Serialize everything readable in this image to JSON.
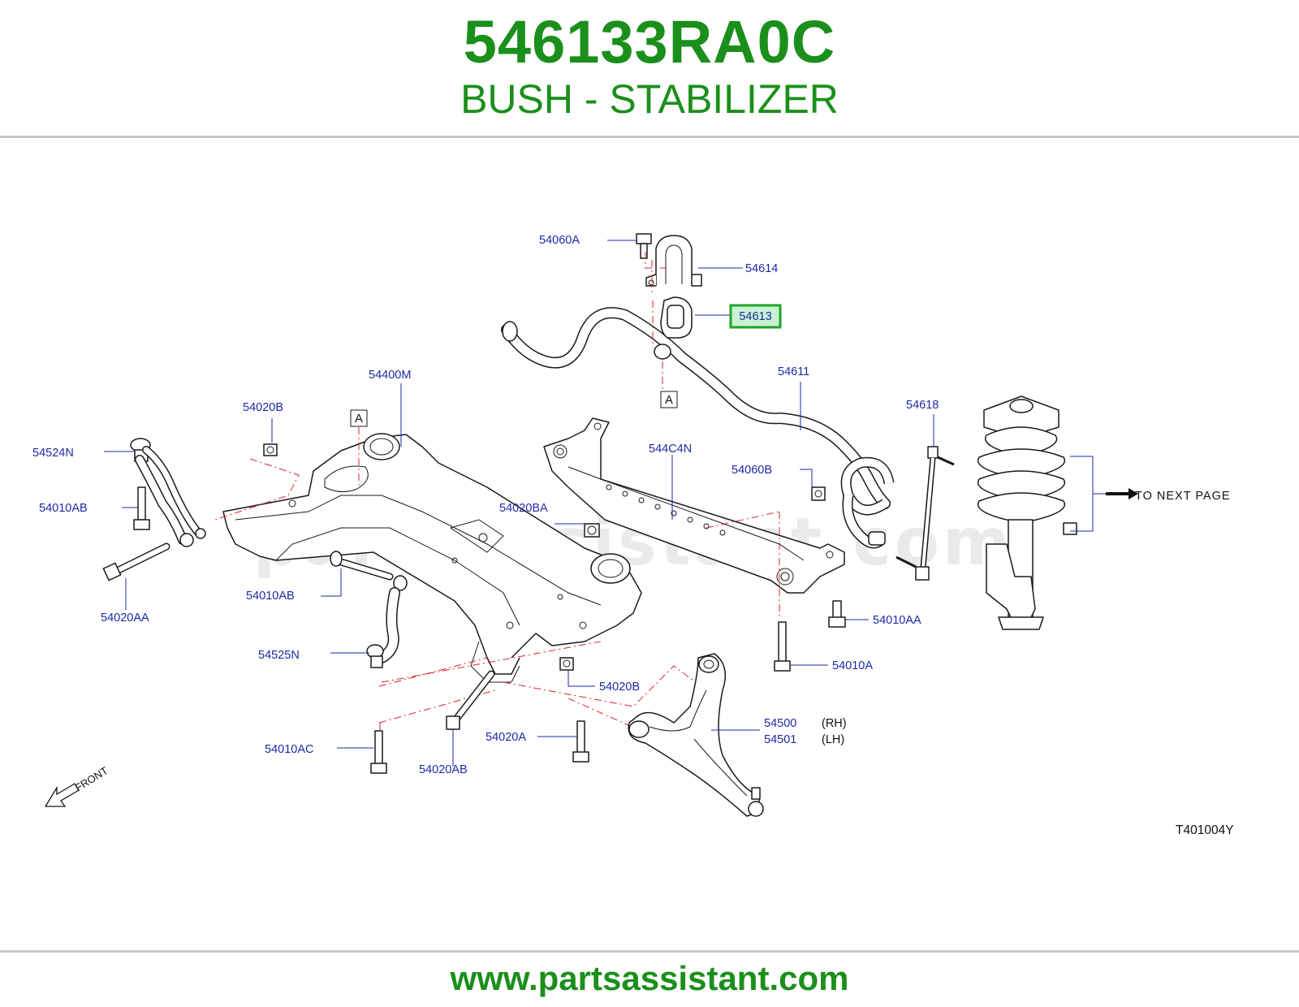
{
  "header": {
    "part_number": "546133RA0C",
    "part_name": "BUSH - STABILIZER"
  },
  "footer": {
    "url": "www.partsassistant.com"
  },
  "diagram": {
    "watermark": "partsassistant.com",
    "highlighted_part": "54613",
    "figure_code": "T401004Y",
    "front_label": "FRONT",
    "next_page_label": "TO  NEXT  PAGE",
    "ref_marker": "A",
    "labels": {
      "p54060A": "54060A",
      "p54614": "54614",
      "p54613": "54613",
      "p54611": "54611",
      "p54618": "54618",
      "p54400M": "54400M",
      "p54020B_top": "54020B",
      "p54524N": "54524N",
      "p54010AB_left": "54010AB",
      "p54020AA": "54020AA",
      "p544C4N": "544C4N",
      "p54060B": "54060B",
      "p54020BA": "54020BA",
      "p54010AB_mid": "54010AB",
      "p54525N": "54525N",
      "p54020B_bot": "54020B",
      "p54010AA": "54010AA",
      "p54010A": "54010A",
      "p54500": "54500",
      "p54501": "54501",
      "rh": "(RH)",
      "lh": "(LH)",
      "p54020A": "54020A",
      "p54010AC": "54010AC",
      "p54020AB": "54020AB"
    }
  }
}
